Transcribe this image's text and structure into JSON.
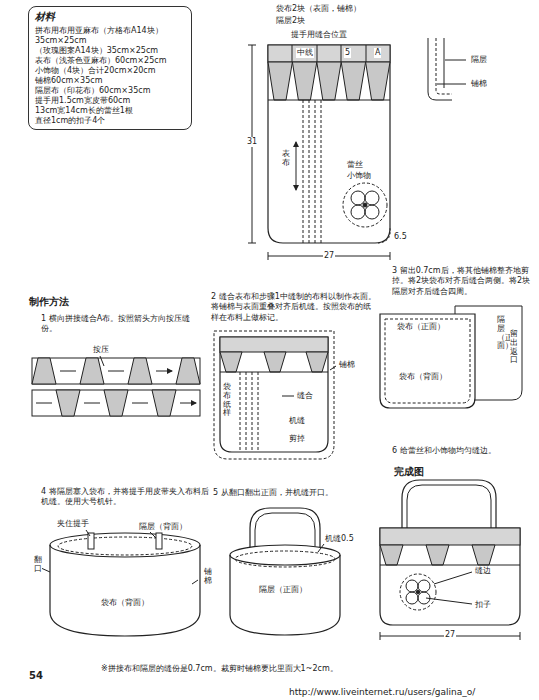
{
  "diagram": {
    "nodes": [
      {
        "text": [
          "材料",
          "拼布用布用亚麻布（方格布A14块） 35cm×25cm",
          "（玫瑰图案A14块）35cm×25cm",
          "表布（浅茶色亚麻布）60cm×25cm",
          "小饰物（4块）合计20cm×20cm",
          "铺棉60cm×35cm",
          "隔层布（印花布）60cm×35cm",
          "提手用1.5cm宽皮带60cm",
          "13cm宽14cm长的蕾丝1根",
          "直径1cm的扣子4个"
        ]
      }
    ],
    "labels": [
      "袋布2块（表面，铺棉）",
      "隔层2块",
      "提手用缝合位置",
      "中线",
      "5",
      "A",
      "表布",
      "蕾丝",
      "小饰物",
      "31",
      "27",
      "6.5",
      "隔层",
      "铺棉",
      "制作方法",
      "1 横向拼接缝合A布。按照箭头方向按压缝份。",
      "按压",
      "2 缝合表布和步骤1中缝制的布料以制作表面。将铺棉与表面重叠对齐后机缝。按照袋布的纸样在布料上做标记。",
      "袋布纸样",
      "缝合",
      "铺棉",
      "机缝",
      "剪掉",
      "3 留出0.7cm后，将其他铺棉整齐地剪掉。将2块袋布对齐后缝合两侧。将2块隔层对齐后缝合四周。",
      "袋布（正面）",
      "袋布（背面）",
      "隔层（正面）",
      "留出返口",
      "6 给蕾丝和小饰物均匀缝边。",
      "完成图",
      "缝边",
      "扣子",
      "27",
      "4 将隔层塞入袋布，并将提手用皮带夹入布料后机缝。使用大号机针。",
      "夹住提手",
      "隔层（背面）",
      "翻口",
      "铺棉",
      "袋布（背面）",
      "5 从翻口翻出正面，并机缝开口。",
      "机缝0.5",
      "隔层（正面）",
      "※拼接布和隔层的缝份是0.7cm。裁剪时铺棉要比里面大1~2cm。",
      "54",
      "http://www.liveinternet.ru/users/galina_o/"
    ]
  }
}
